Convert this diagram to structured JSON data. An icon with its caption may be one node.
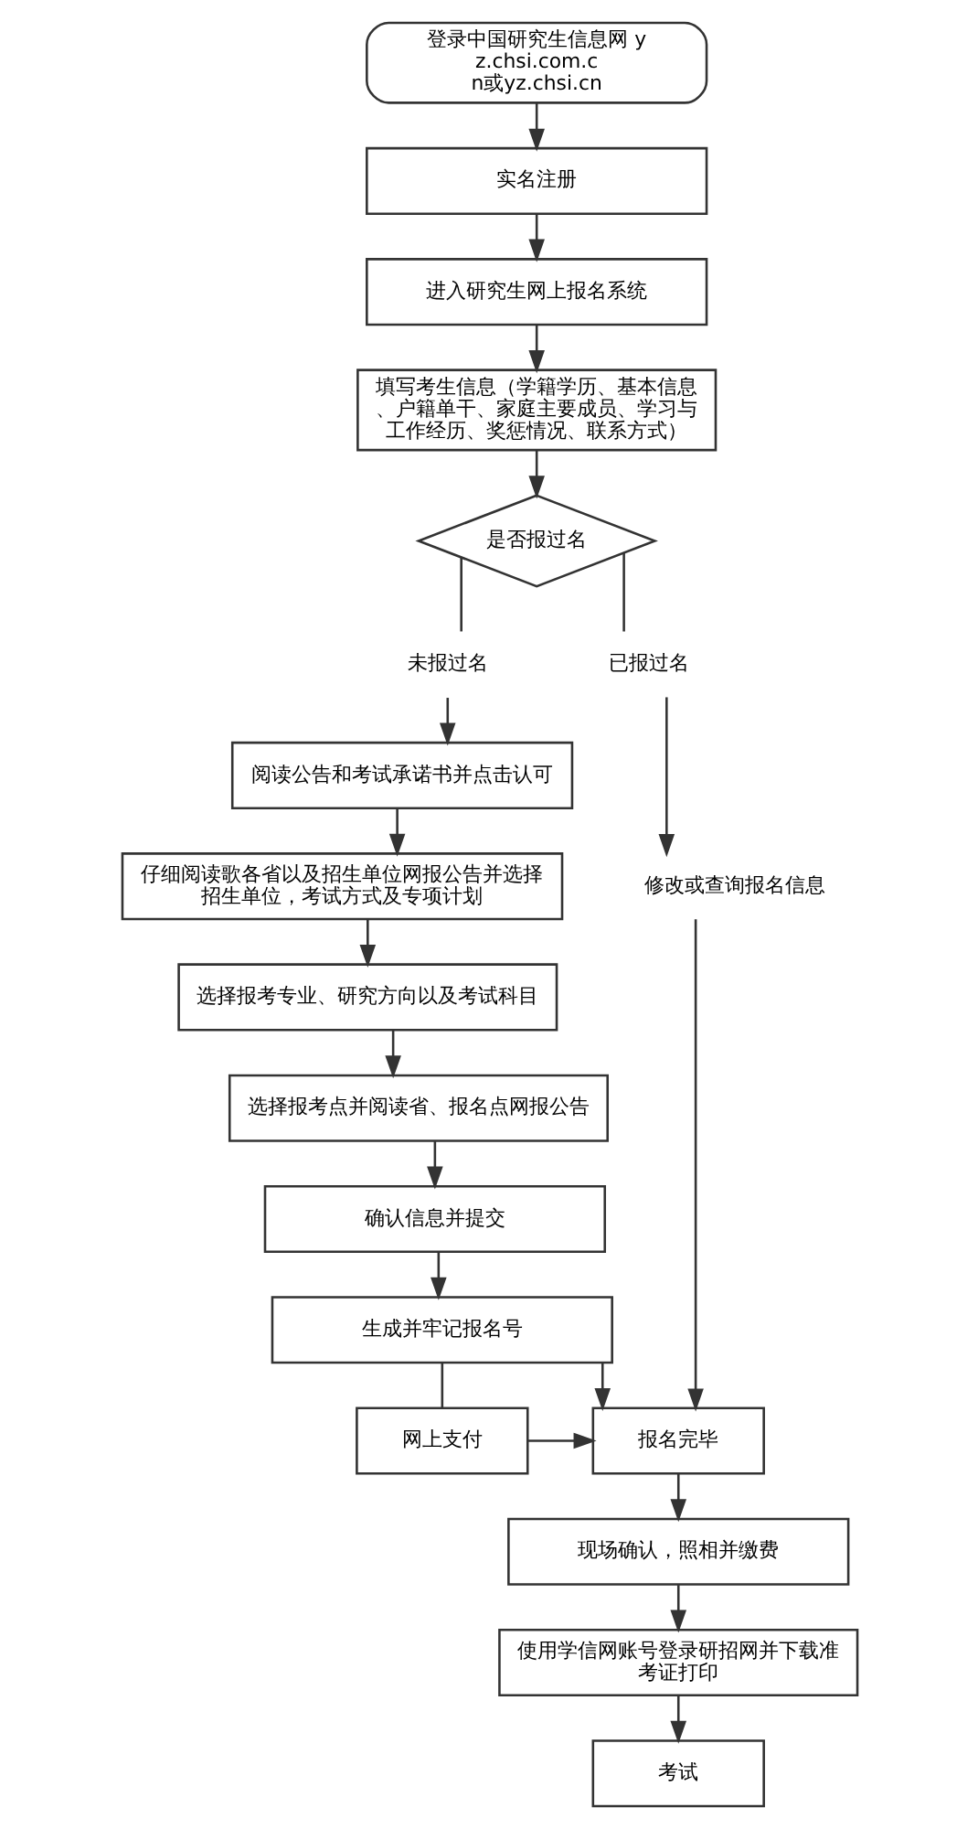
{
  "diagram": {
    "nodes": [
      {
        "text": [
          "登录中国研究生信息网 yz.chsi.com.cn或yz.chsi.cn"
        ]
      },
      {
        "text": [
          "实名注册"
        ]
      },
      {
        "text": [
          "进入研究生网上报名系统"
        ]
      },
      {
        "text": [
          "填写考生信息（学籍学历、基本信息、户籍单干、家庭主要成员、学习与工作经历、奖惩情况、联系方式）"
        ]
      },
      {
        "text": [
          "是否报过名"
        ]
      },
      {
        "text": [
          "未报过名"
        ]
      },
      {
        "text": [
          "已报过名"
        ]
      },
      {
        "text": [
          "阅读公告和考试承诺书并点击认可"
        ]
      },
      {
        "text": [
          "仔细阅读歌各省以及招生单位网报公告并选择招生单位，考试方式及专项计划"
        ]
      },
      {
        "text": [
          "选择报考专业、研究方向以及考试科目"
        ]
      },
      {
        "text": [
          "修改或查询报名信息"
        ]
      },
      {
        "text": [
          "选择报考点并阅读省、报名点网报公告"
        ]
      },
      {
        "text": [
          "确认信息并提交"
        ]
      },
      {
        "text": [
          "生成并牢记报名号"
        ]
      },
      {
        "text": [
          "网上支付"
        ]
      },
      {
        "text": [
          "报名完毕"
        ]
      },
      {
        "text": [
          "现场确认，照相并缴费"
        ]
      },
      {
        "text": [
          "使用学信网账号登录研招网并下载准考证打印"
        ]
      },
      {
        "text": [
          "考试"
        ]
      }
    ],
    "edges": [
      {
        "from": 0,
        "to": 1,
        "arrow": "to"
      },
      {
        "from": 1,
        "to": 2,
        "arrow": "to"
      },
      {
        "from": 2,
        "to": 3,
        "arrow": "to"
      },
      {
        "from": 3,
        "to": 4,
        "arrow": "to"
      },
      {
        "from": 4,
        "to": 5,
        "arrow": "none"
      },
      {
        "from": 4,
        "to": 6,
        "arrow": "none"
      },
      {
        "from": 5,
        "to": 7,
        "arrow": "to"
      },
      {
        "from": 6,
        "to": 10,
        "arrow": "to"
      },
      {
        "from": 7,
        "to": 8,
        "arrow": "to"
      },
      {
        "from": 8,
        "to": 9,
        "arrow": "to"
      },
      {
        "from": 9,
        "to": 11,
        "arrow": "to"
      },
      {
        "from": 11,
        "to": 12,
        "arrow": "to"
      },
      {
        "from": 12,
        "to": 13,
        "arrow": "to"
      },
      {
        "from": 13,
        "to": 14,
        "arrow": "none"
      },
      {
        "from": 13,
        "to": 15,
        "arrow": "to"
      },
      {
        "from": 14,
        "to": 15,
        "arrow": "to"
      },
      {
        "from": 10,
        "to": 15,
        "arrow": "to"
      },
      {
        "from": 15,
        "to": 16,
        "arrow": "to"
      },
      {
        "from": 16,
        "to": 17,
        "arrow": "to"
      },
      {
        "from": 17,
        "to": 18,
        "arrow": "to"
      }
    ]
  }
}
